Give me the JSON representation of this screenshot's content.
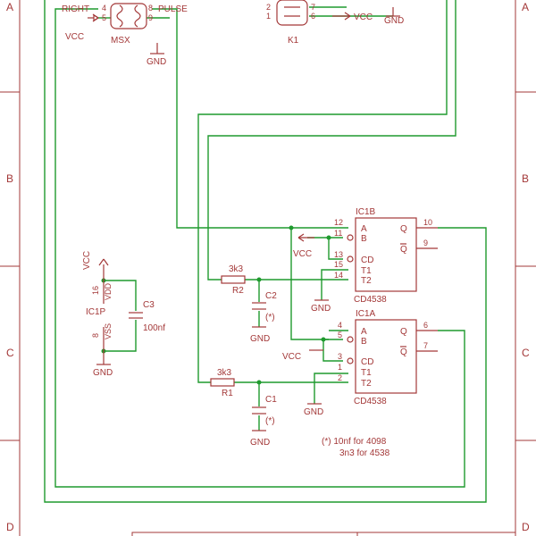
{
  "frame": {
    "row_labels": [
      "A",
      "B",
      "C",
      "D"
    ]
  },
  "msx": {
    "name": "MSX",
    "pin4": "4",
    "pin5": "5",
    "pin8": "8",
    "pin9": "9",
    "label_right": "RIGHT",
    "label_pulse": "PULSE",
    "vcc": "VCC",
    "gnd": "GND"
  },
  "k1": {
    "name": "K1",
    "pin2": "2",
    "pin1": "1",
    "pin7": "7",
    "pin6": "6",
    "vcc": "VCC",
    "gnd": "GND"
  },
  "ic1b": {
    "name": "IC1B",
    "type": "CD4538",
    "pins": {
      "p12": "12",
      "p11": "11",
      "p13": "13",
      "p15": "15",
      "p14": "14",
      "p10": "10",
      "p9": "9"
    },
    "inputs": {
      "a": "A",
      "b": "B",
      "cd": "CD",
      "t1": "T1",
      "t2": "T2"
    },
    "outputs": {
      "q": "Q",
      "qn": "Q"
    },
    "vcc": "VCC",
    "gnd": "GND"
  },
  "ic1a": {
    "name": "IC1A",
    "type": "CD4538",
    "pins": {
      "p4": "4",
      "p5": "5",
      "p3": "3",
      "p1": "1",
      "p2": "2",
      "p6": "6",
      "p7": "7"
    },
    "inputs": {
      "a": "A",
      "b": "B",
      "cd": "CD",
      "t1": "T1",
      "t2": "T2"
    },
    "outputs": {
      "q": "Q",
      "qn": "Q"
    },
    "vcc": "VCC",
    "gnd": "GND"
  },
  "ic1p": {
    "name": "IC1P",
    "pin16": "16",
    "vdd": "VDD",
    "pin8": "8",
    "vss": "VSS",
    "vcc": "VCC",
    "gnd": "GND"
  },
  "c3": {
    "name": "C3",
    "value": "100nf"
  },
  "r2": {
    "name": "R2",
    "value": "3k3"
  },
  "c2": {
    "name": "C2",
    "value": "(*)",
    "gnd": "GND"
  },
  "r1": {
    "name": "R1",
    "value": "3k3"
  },
  "c1": {
    "name": "C1",
    "value": "(*)",
    "gnd": "GND"
  },
  "note": {
    "line1": "(*) 10nf for 4098",
    "line2": "3n3 for 4538"
  }
}
